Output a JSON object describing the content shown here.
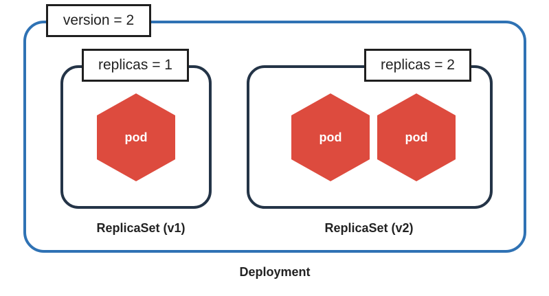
{
  "deployment": {
    "version_tag": "version = 2",
    "caption": "Deployment",
    "border_color": "#2f72b4"
  },
  "replicasets": [
    {
      "replicas_tag": "replicas = 1",
      "caption": "ReplicaSet (v1)",
      "pods": [
        "pod"
      ]
    },
    {
      "replicas_tag": "replicas = 2",
      "caption": "ReplicaSet (v2)",
      "pods": [
        "pod",
        "pod"
      ]
    }
  ],
  "colors": {
    "pod_fill": "#dd4b3e",
    "replicaset_border": "#243447"
  }
}
